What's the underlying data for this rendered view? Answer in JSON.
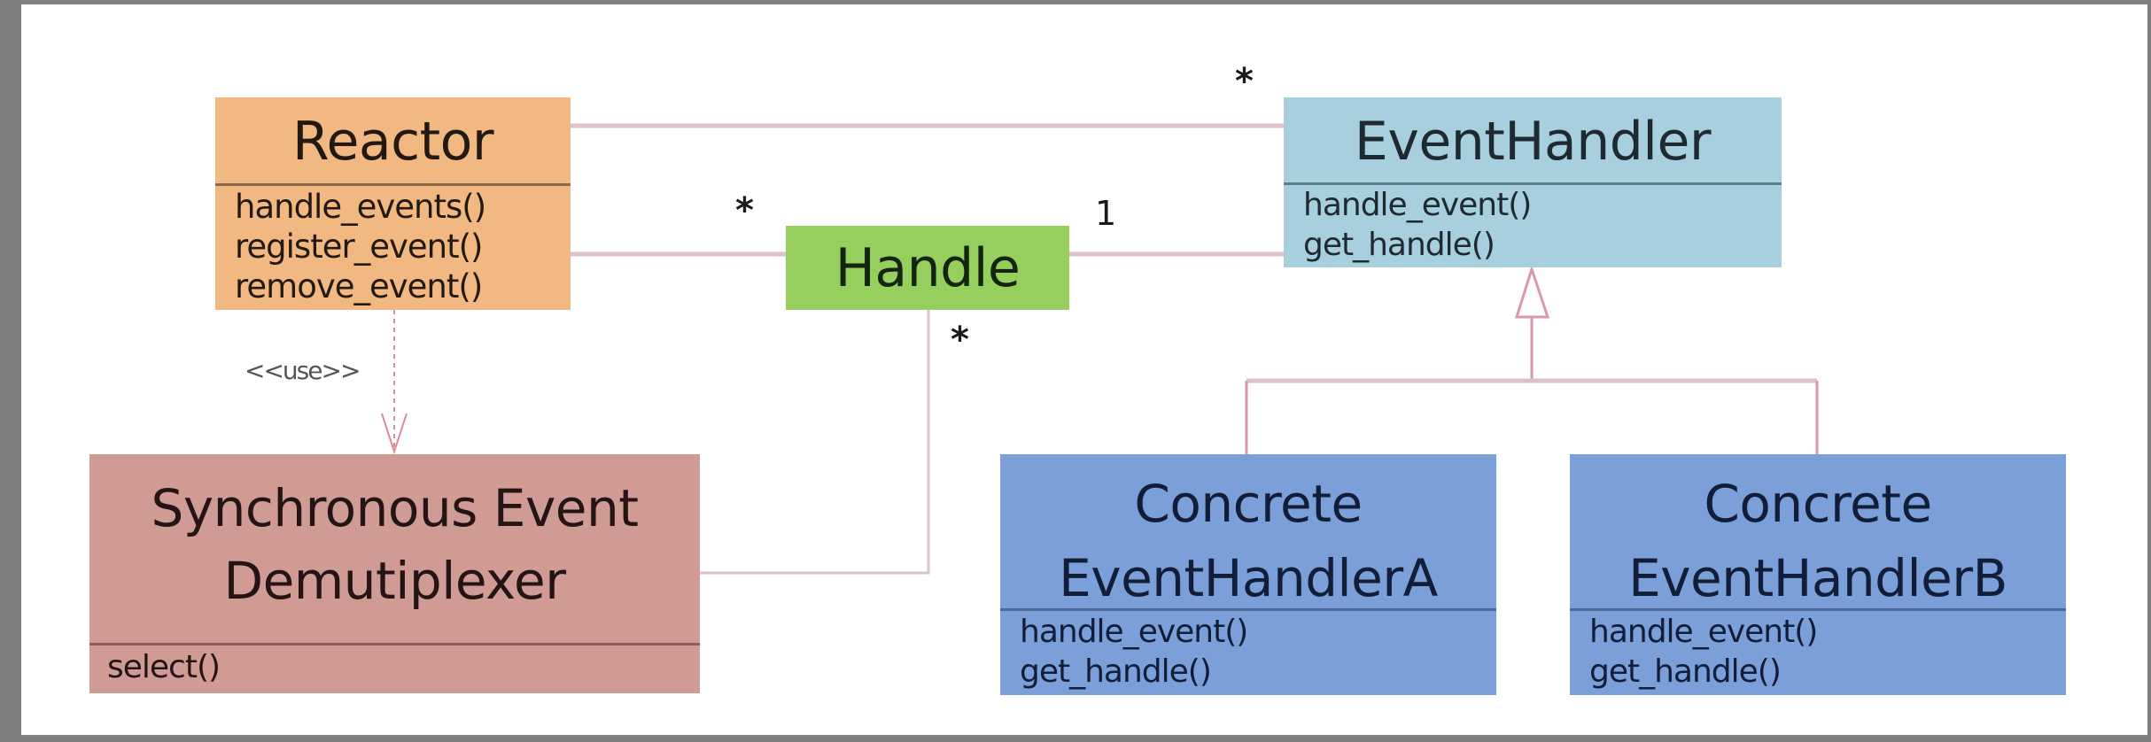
{
  "diagram": {
    "classes": {
      "reactor": {
        "name": "Reactor",
        "methods": [
          "handle_events()",
          "register_event()",
          "remove_event()"
        ],
        "fill": "#f1b882"
      },
      "event_handler": {
        "name": "EventHandler",
        "methods": [
          "handle_event()",
          "get_handle()"
        ],
        "fill": "#a7cfdd"
      },
      "handle": {
        "name": "Handle",
        "fill": "#97cf5f"
      },
      "demultiplexer": {
        "name_lines": [
          "Synchronous Event",
          "Demutiplexer"
        ],
        "methods": [
          "select()"
        ],
        "fill": "#d09a95"
      },
      "concrete_a": {
        "name_lines": [
          "Concrete",
          "EventHandlerA"
        ],
        "methods": [
          "handle_event()",
          "get_handle()"
        ],
        "fill": "#7b9fd9"
      },
      "concrete_b": {
        "name_lines": [
          "Concrete",
          "EventHandlerB"
        ],
        "methods": [
          "handle_event()",
          "get_handle()"
        ],
        "fill": "#7b9fd9"
      }
    },
    "relations": {
      "reactor_eventhandler": {
        "multiplicity_eventhandler": "*"
      },
      "reactor_handle": {
        "multiplicity_handle": "*"
      },
      "handle_eventhandler": {
        "multiplicity_handle": "1"
      },
      "handle_demultiplexer": {
        "multiplicity_handle": "*"
      },
      "reactor_demultiplexer": {
        "stereotype": "<<use>>"
      }
    },
    "colors": {
      "association_line": "#dcc2c6",
      "generalization_line": "#d99aa8",
      "dependency_line": "#d98a98",
      "frame": "#7f7f7f"
    }
  }
}
